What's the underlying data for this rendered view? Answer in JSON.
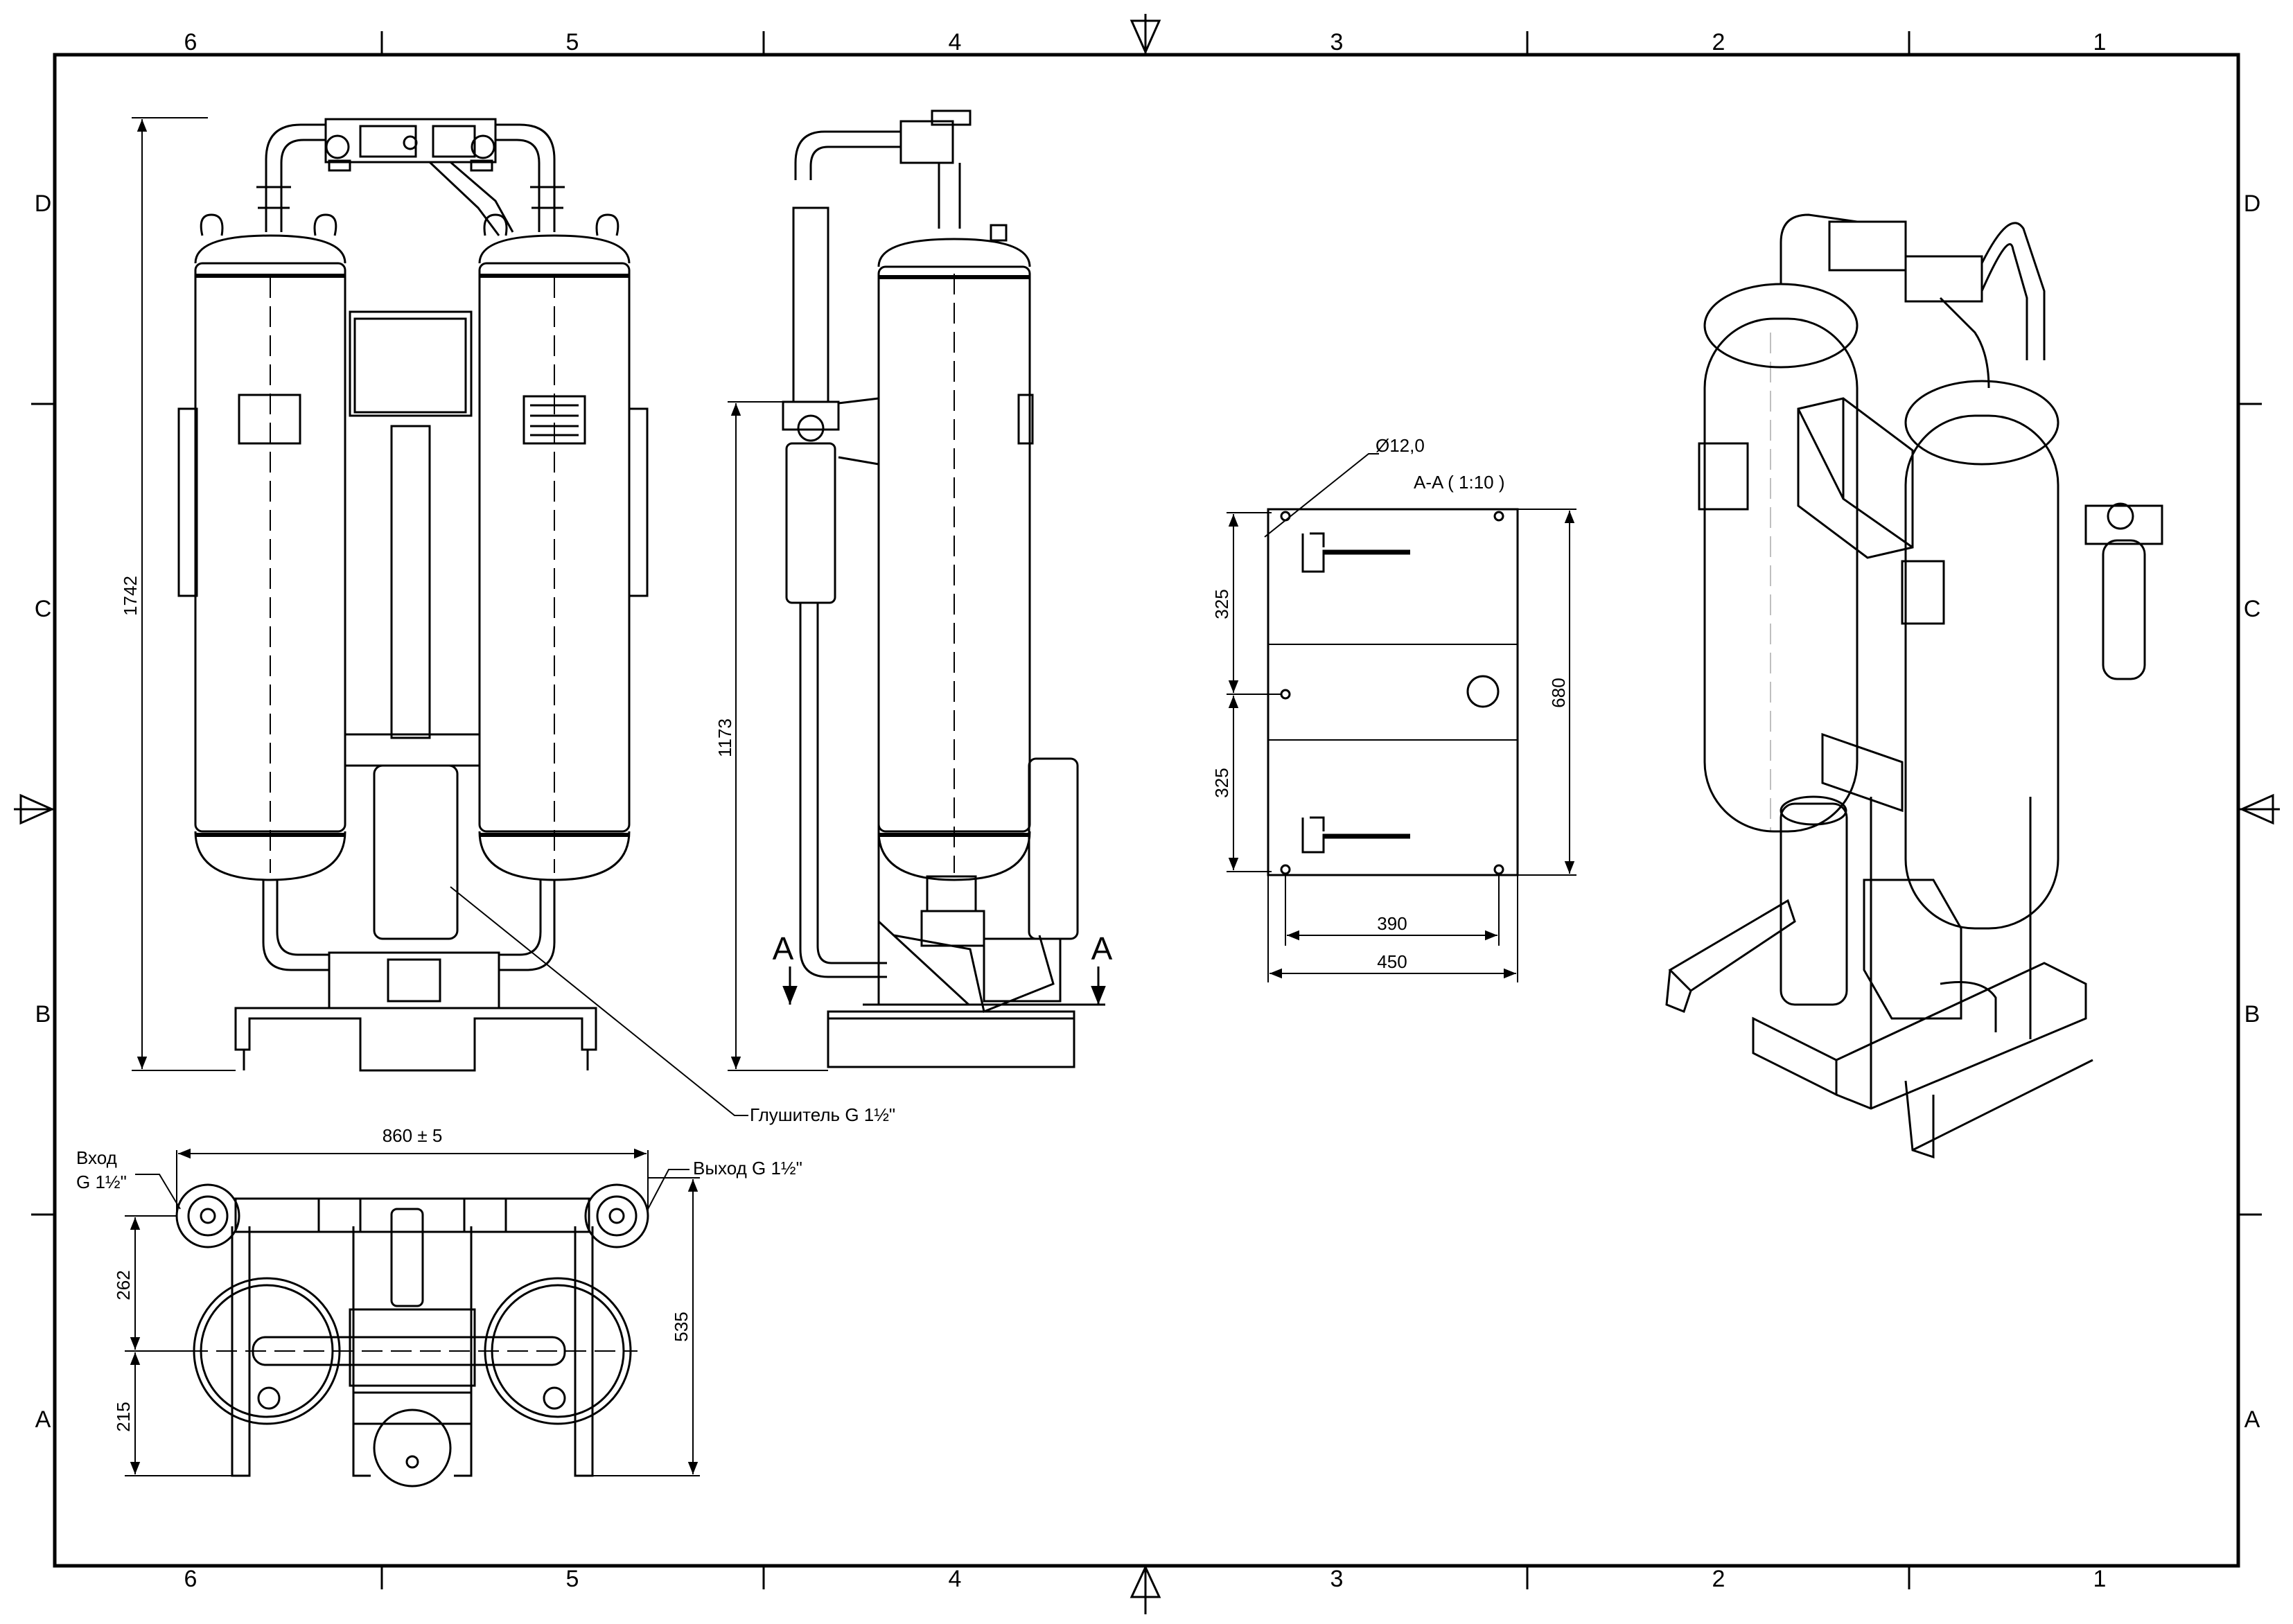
{
  "frame": {
    "columns": [
      "6",
      "5",
      "4",
      "3",
      "2",
      "1"
    ],
    "rows": [
      "D",
      "C",
      "B",
      "A"
    ]
  },
  "front_view": {
    "height_dim": "1742",
    "muffler_label": "Глушитель G 1½\""
  },
  "side_view": {
    "height_dim": "1173",
    "section_left": "A",
    "section_right": "A"
  },
  "section_view": {
    "title": "A-A ( 1:10 )",
    "hole_dim": "Ø12,0",
    "dim_upper": "325",
    "dim_lower": "325",
    "dim_total": "680",
    "dim_inner_width": "390",
    "dim_outer_width": "450"
  },
  "top_view": {
    "width_dim": "860 ± 5",
    "inlet_label": "Вход",
    "inlet_thread": "G 1½\"",
    "outlet_label": "Выход G 1½\"",
    "dim_262": "262",
    "dim_215": "215",
    "dim_535": "535"
  }
}
